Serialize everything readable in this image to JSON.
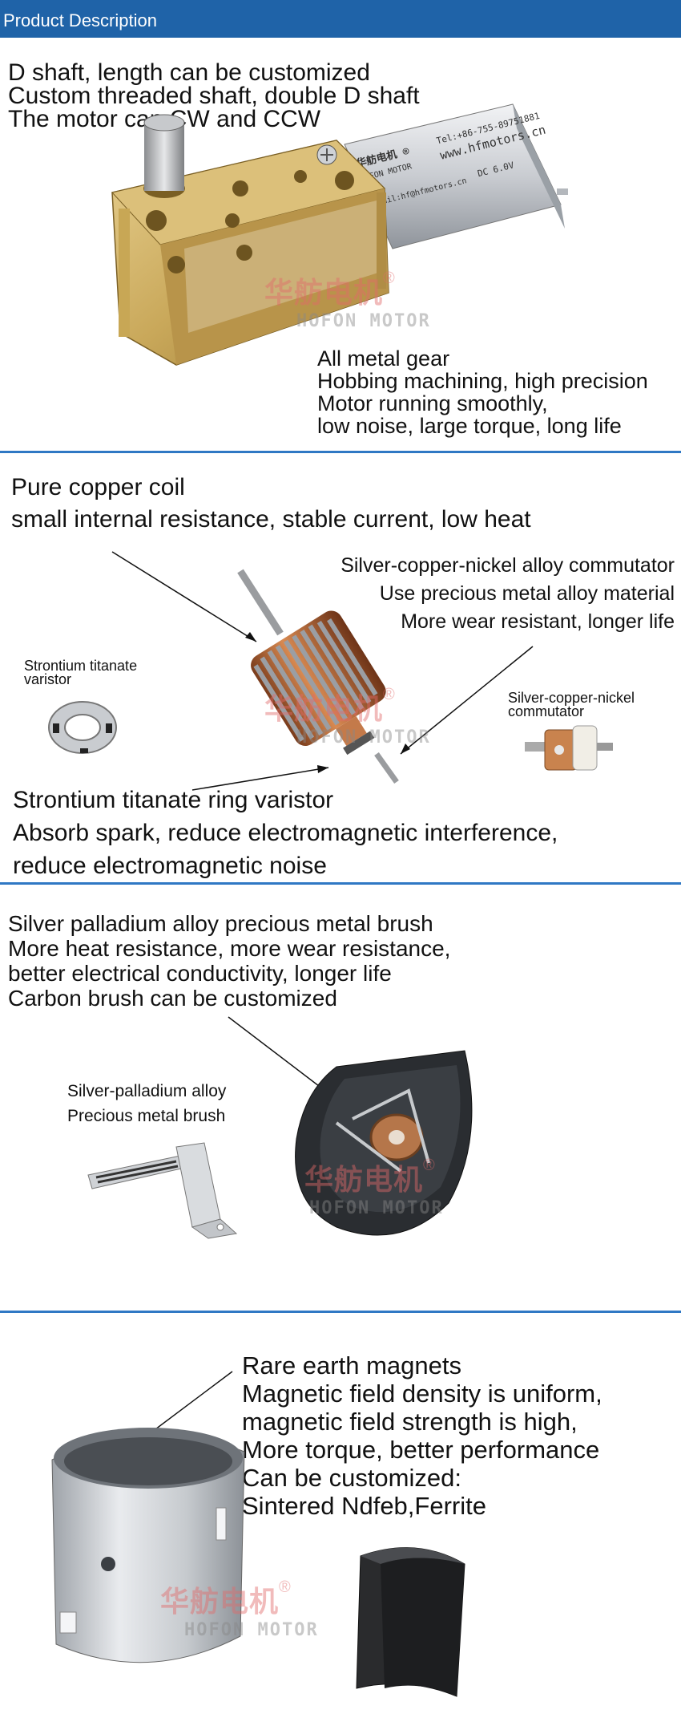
{
  "header": {
    "title": "Product Description"
  },
  "section1": {
    "top_lines": [
      "D shaft, length can be customized",
      "Custom threaded shaft, double D shaft",
      "The motor can CW and CCW"
    ],
    "bottom_lines": [
      "All metal gear",
      "Hobbing machining, high precision",
      "Motor running smoothly,",
      "low noise, large torque, long life"
    ],
    "motor_label_lines": [
      "华舫电机 ®",
      "HOFON MOTOR",
      "Tel:+86-755-89751881",
      "www.hfmotors.cn",
      "E-mail:hf@hfmotors.cn",
      "DC 6.0V"
    ]
  },
  "section2": {
    "coil_lines": [
      "Pure copper coil",
      "small internal resistance, stable current, low heat"
    ],
    "commutator_lines": [
      "Silver-copper-nickel alloy commutator",
      "Use precious metal alloy material",
      "More wear resistant, longer life"
    ],
    "varistor_small_lines": [
      "Strontium titanate",
      "varistor"
    ],
    "commutator_small_lines": [
      "Silver-copper-nickel",
      "commutator"
    ],
    "varistor_lines": [
      "Strontium titanate ring varistor",
      "Absorb spark, reduce electromagnetic interference,",
      "reduce electromagnetic noise"
    ]
  },
  "section3": {
    "brush_lines": [
      "Silver palladium alloy precious metal brush",
      "More heat resistance, more wear resistance,",
      "better electrical conductivity, longer life",
      "Carbon brush can be customized"
    ],
    "brush_small_lines": [
      "Silver-palladium alloy",
      "Precious metal brush"
    ]
  },
  "section4": {
    "magnet_lines": [
      "Rare earth magnets",
      "Magnetic field density is uniform,",
      "magnetic field strength is high,",
      "More torque, better performance",
      "Can be customized:",
      "Sintered Ndfeb,Ferrite"
    ]
  },
  "watermark": {
    "cn": "华舫电机",
    "en": "HOFON MOTOR",
    "reg": "®"
  },
  "colors": {
    "header": "#1f63a8",
    "divider": "#2f78c4"
  }
}
